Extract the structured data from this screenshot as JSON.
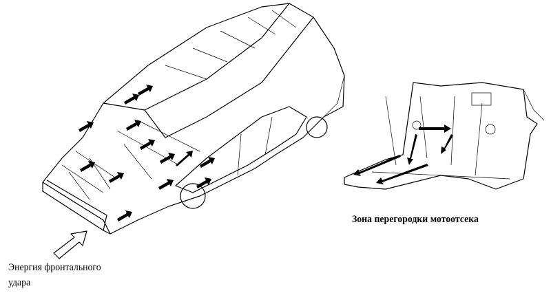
{
  "labels": {
    "impact_line1": "Энергия фронтального",
    "impact_line2": "удара",
    "zone": "Зона перегородки мотоотсека"
  },
  "colors": {
    "ink": "#000000",
    "background": "#ffffff"
  }
}
